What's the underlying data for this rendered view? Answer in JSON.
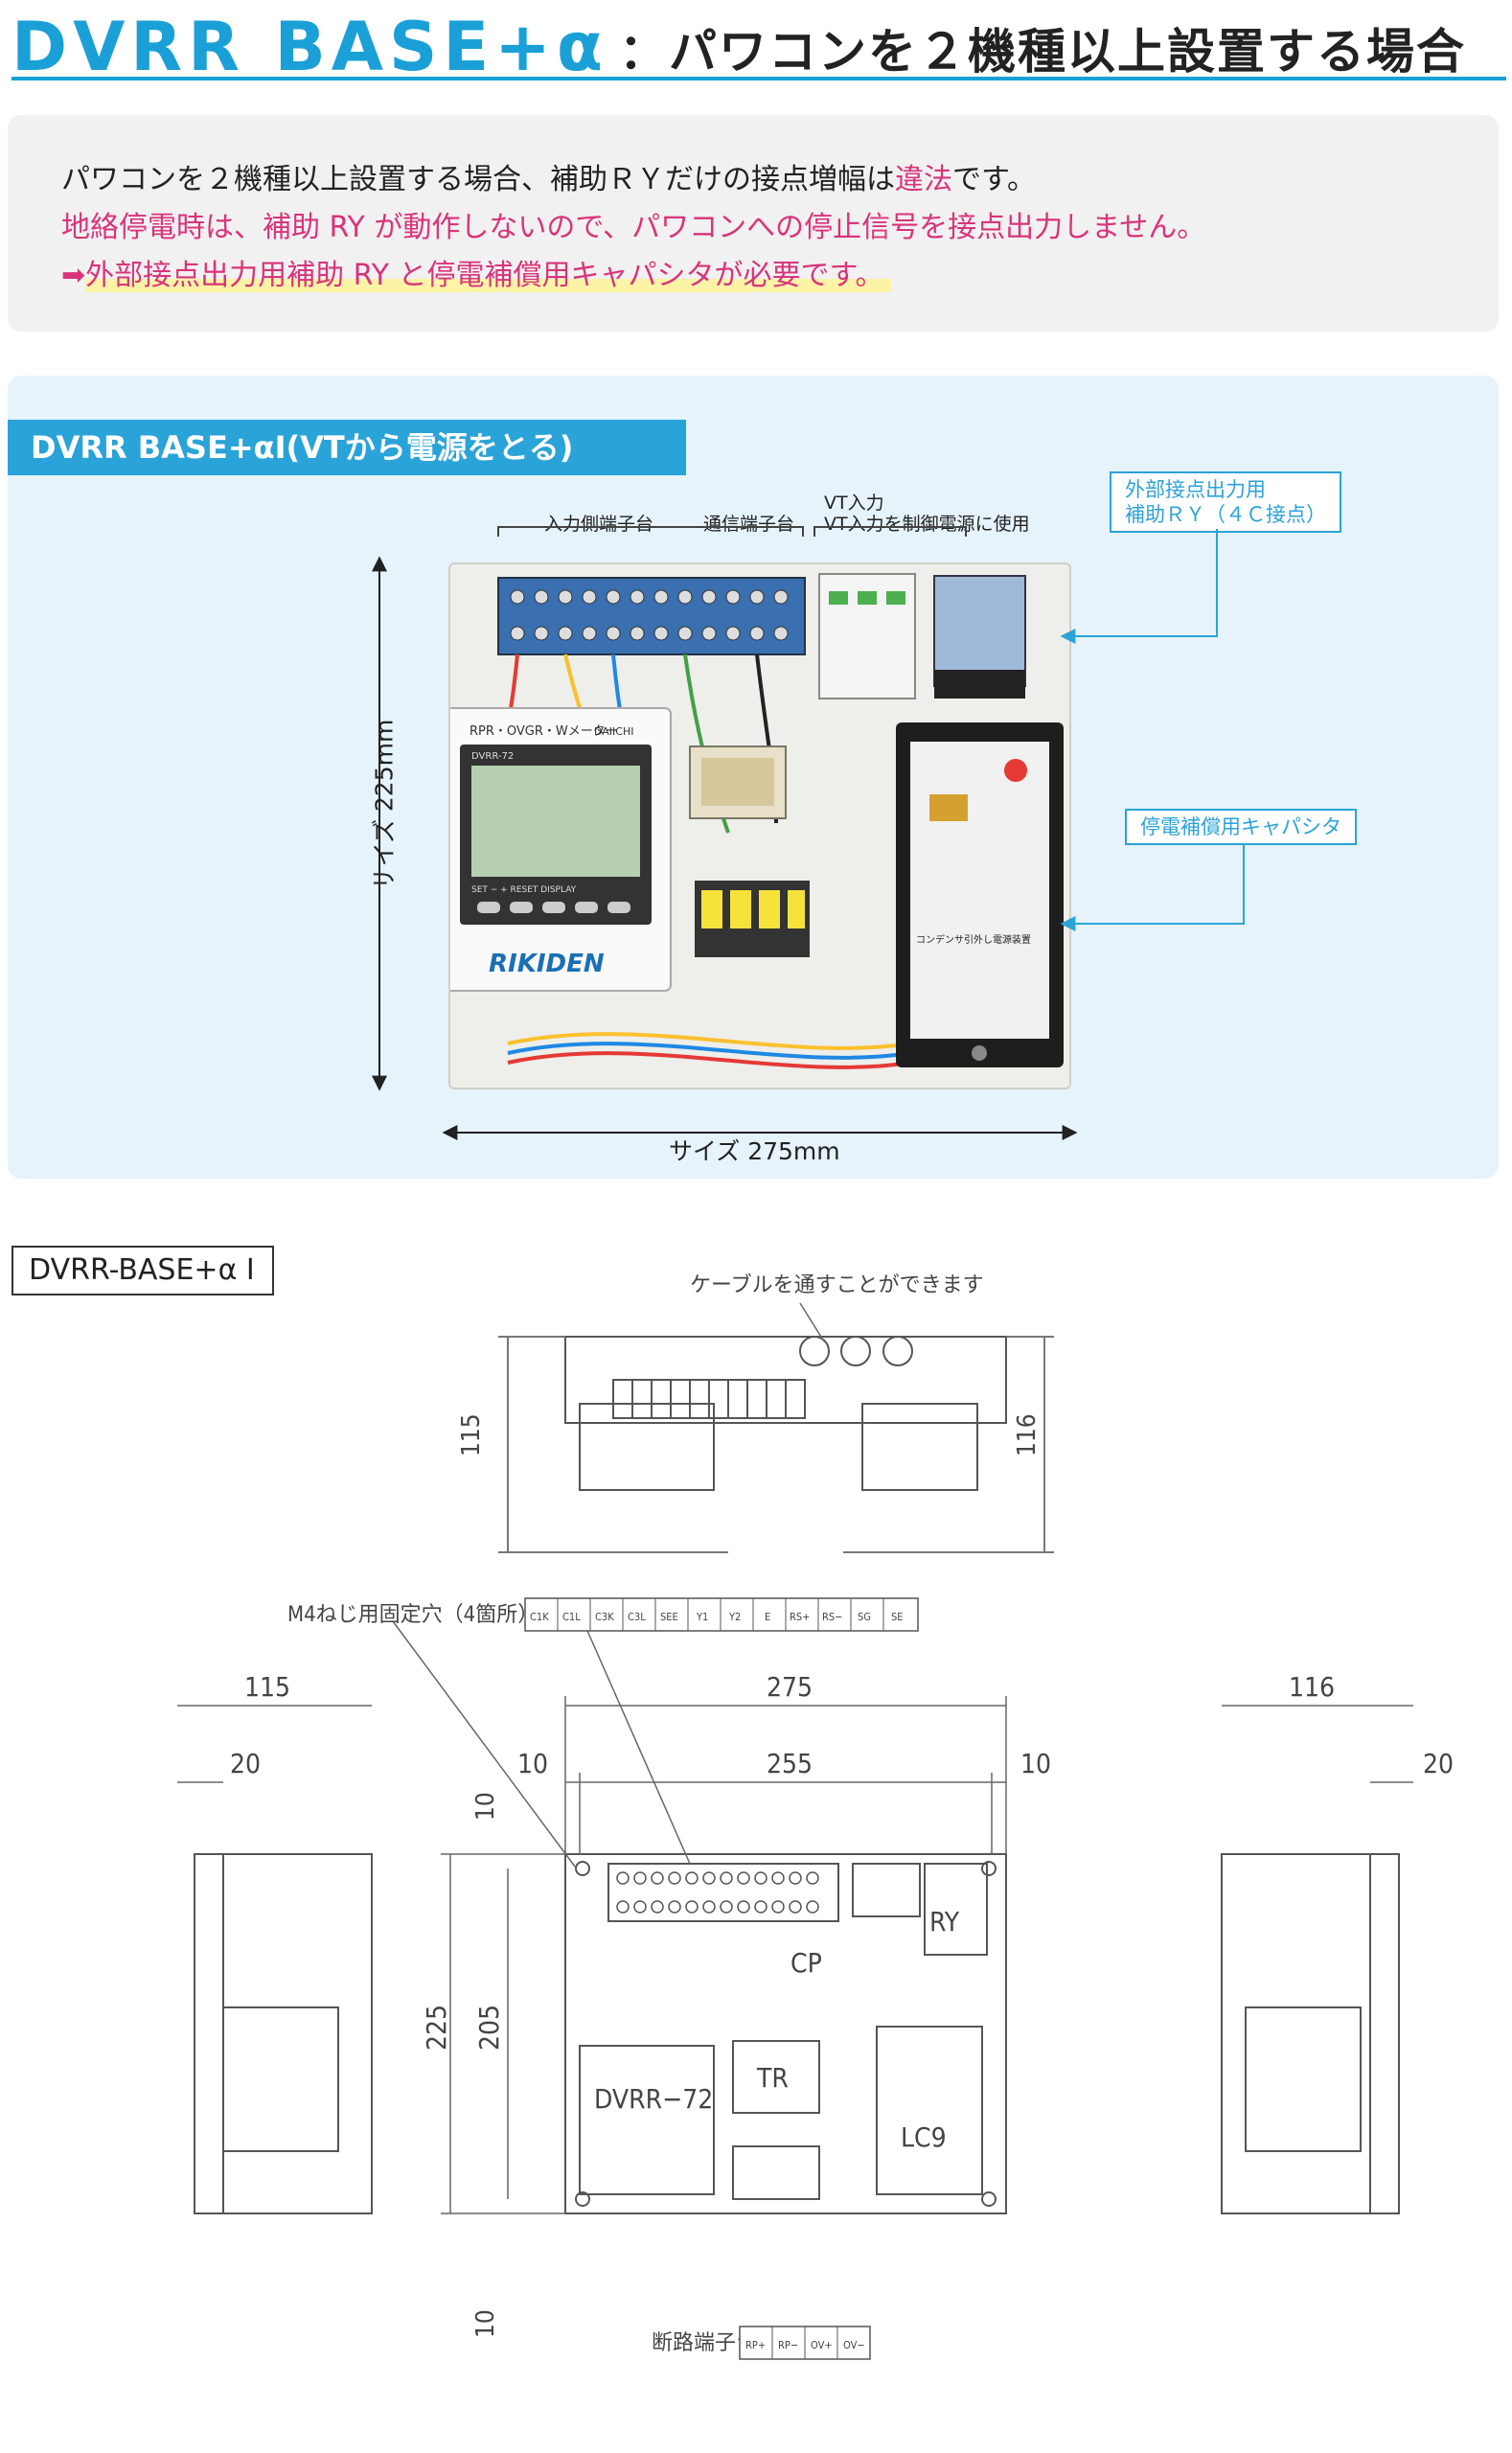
{
  "header": {
    "title_main": "DVRR BASE+α",
    "title_sub": "：パワコンを２機種以上設置する場合"
  },
  "notice": {
    "line1_a": "パワコンを２機種以上設置する場合、補助ＲＹだけの接点増幅は",
    "line1_pink": "違法",
    "line1_b": "です。",
    "line2": "地絡停電時は、補助 RY が動作しないので、パワコンへの停止信号を接点出力しません。",
    "line3_arrow": "➡",
    "line3": "外部接点出力用補助 RY と停電補償用キャパシタが必要です。"
  },
  "photo_panel": {
    "tag": "DVRR BASE+αⅠ(VTから電源をとる)",
    "label_input_terminal": "入力側端子台",
    "label_comm_terminal": "通信端子台",
    "label_vt_input_1": "VT入力",
    "label_vt_input_2": "VT入力を制御電源に使用",
    "callout_ry_1": "外部接点出力用",
    "callout_ry_2": "補助ＲＹ（４Ｃ接点）",
    "callout_cap": "停電補償用キャパシタ",
    "size_height": "サイズ 225mm",
    "size_width": "サイズ 275mm",
    "meter_title": "RPR・OVGR・Wメーター",
    "meter_model": "DVRR-72",
    "meter_brand": "DAIICHI",
    "meter_buttons": "SET    −    +    RESET  DISPLAY",
    "logo_text": "RIKIDEN",
    "cap_label": "コンデンサ引外し電源装置"
  },
  "drawing": {
    "label": "DVRR-BASE+α Ⅰ",
    "cable_note": "ケーブルを通すことができます",
    "fix_hole_note": "M4ねじ用固定穴（4箇所）",
    "terminal_labels": [
      "C1K",
      "C1L",
      "C3K",
      "C3L",
      "SEE",
      "Y1",
      "Y2",
      "E",
      "RS+",
      "RS−",
      "SG",
      "SE"
    ],
    "breaker_label": "断路端子台",
    "breaker_terminals": [
      "RP+",
      "RP−",
      "OV+",
      "OV−"
    ],
    "dims_top_left": "115",
    "dims_top_right": "116",
    "dim_275": "275",
    "dim_255": "255",
    "dim_10a": "10",
    "dim_10b": "10",
    "dim_10c": "10",
    "dim_10d": "10",
    "dim_225": "225",
    "dim_205": "205",
    "left_115": "115",
    "left_20": "20",
    "right_116": "116",
    "right_20": "20",
    "comp_ry": "RY",
    "comp_cp": "CP",
    "comp_tr": "TR",
    "comp_dvrr": "DVRR−72",
    "comp_lc9": "LC9"
  }
}
